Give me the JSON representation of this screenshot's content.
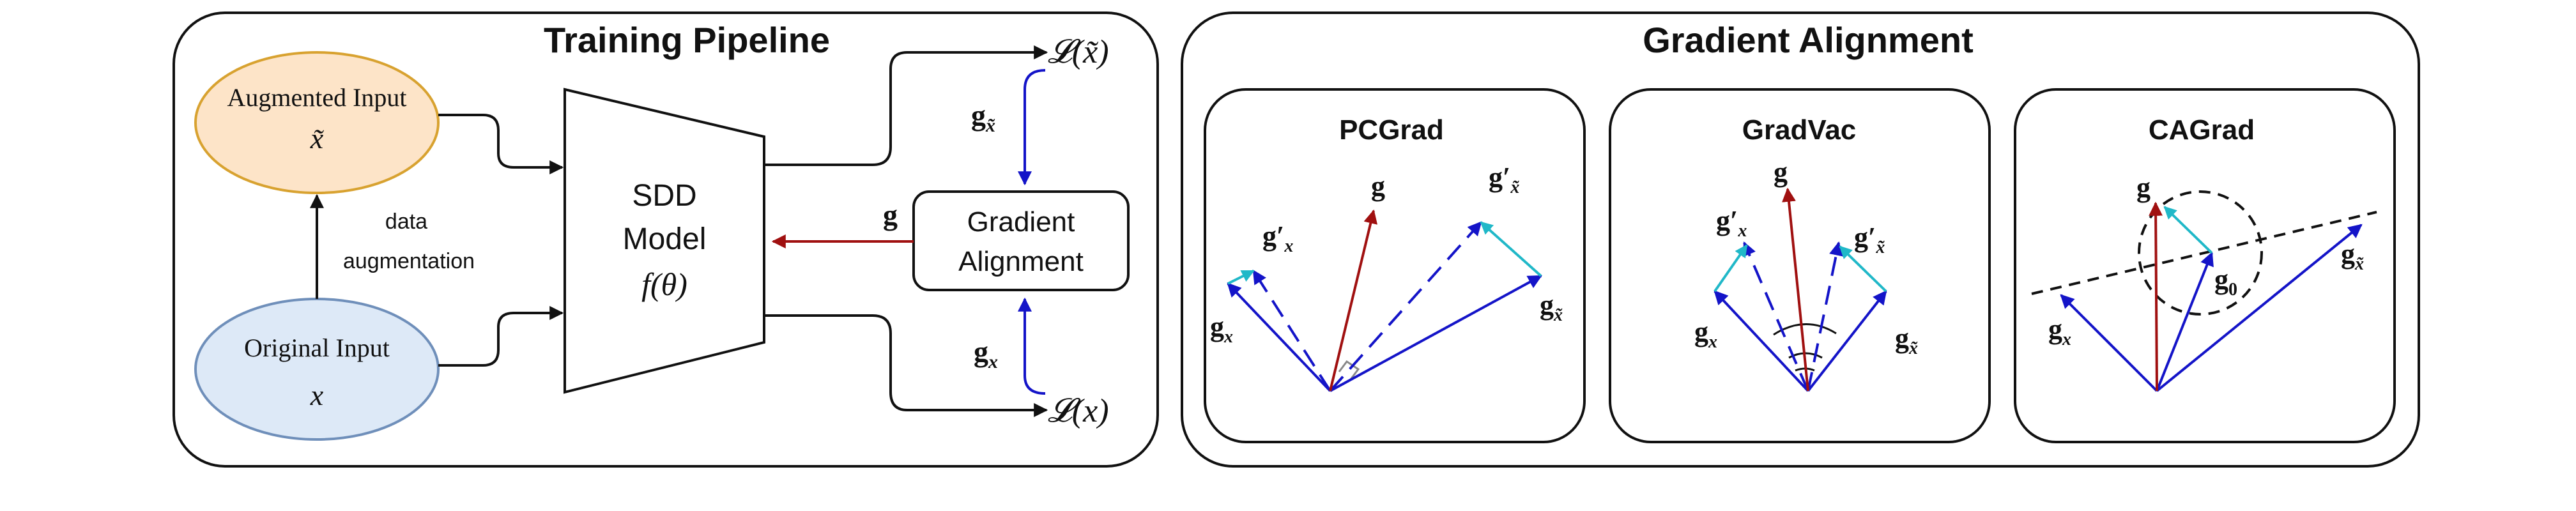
{
  "left_panel": {
    "title": "Training Pipeline",
    "augmented_input": {
      "label": "Augmented Input",
      "symbol": "x̃"
    },
    "original_input": {
      "label": "Original Input",
      "symbol": "x"
    },
    "augmentation_line1": "data",
    "augmentation_line2": "augmentation",
    "model": {
      "line1": "SDD",
      "line2": "Model",
      "line3": "f(θ)"
    },
    "gradient_alignment": {
      "line1": "Gradient",
      "line2": "Alignment"
    },
    "loss_aug": "𝓛(x̃)",
    "loss_orig": "𝓛(x)",
    "grad_aug": "g",
    "grad_aug_sub": "x̃",
    "grad_orig": "g",
    "grad_orig_sub": "x",
    "grad_combined": "g"
  },
  "right_panel": {
    "title": "Gradient Alignment",
    "pcgrad": {
      "title": "PCGrad",
      "g": "g",
      "gx": "g",
      "gx_sub": "x",
      "gxp": "g′",
      "gxp_sub": "x",
      "gt": "g",
      "gt_sub": "x̃",
      "gtp": "g′",
      "gtp_sub": "x̃"
    },
    "gradvac": {
      "title": "GradVac",
      "g": "g",
      "gx": "g",
      "gx_sub": "x",
      "gxp": "g′",
      "gxp_sub": "x",
      "gt": "g",
      "gt_sub": "x̃",
      "gtp": "g′",
      "gtp_sub": "x̃"
    },
    "cagrad": {
      "title": "CAGrad",
      "g": "g",
      "g0": "g",
      "g0_sub": "0",
      "gx": "g",
      "gx_sub": "x",
      "gt": "g",
      "gt_sub": "x̃"
    }
  },
  "colors": {
    "augmented_fill": "#fde4c8",
    "augmented_stroke": "#d8a230",
    "original_fill": "#dde9f7",
    "original_stroke": "#6f8fba",
    "blue_arrow": "#1414c8",
    "red_arrow": "#a01010",
    "cyan_arrow": "#20b8c8",
    "outline": "#111111"
  }
}
